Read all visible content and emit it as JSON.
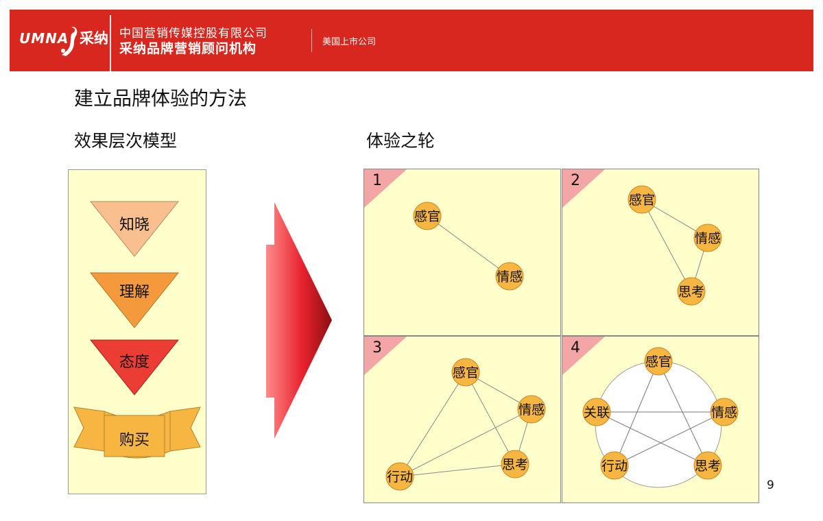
{
  "header": {
    "logo_latin": "UMNA",
    "logo_cn": "采纳",
    "company_line1": "中国营销传媒控股有限公司",
    "company_line2": "采纳品牌营销顾问机构",
    "listed": "美国上市公司"
  },
  "title": "建立品牌体验的方法",
  "left": {
    "subtitle": "效果层次模型",
    "levels": [
      "知晓",
      "理解",
      "态度",
      "购买"
    ]
  },
  "right": {
    "subtitle": "体验之轮",
    "cells": [
      {
        "num": "1",
        "nodes": [
          "感官",
          "情感"
        ]
      },
      {
        "num": "2",
        "nodes": [
          "感官",
          "情感",
          "思考"
        ]
      },
      {
        "num": "3",
        "nodes": [
          "感官",
          "情感",
          "思考",
          "行动"
        ]
      },
      {
        "num": "4",
        "nodes": [
          "感官",
          "情感",
          "思考",
          "行动",
          "关联"
        ]
      }
    ]
  },
  "page_number": "9",
  "colors": {
    "header_red": "#d8271e",
    "panel_yellow": "#ffffcc",
    "node_orange": "#f7b541",
    "corner_pink": "#f4a6a6"
  }
}
